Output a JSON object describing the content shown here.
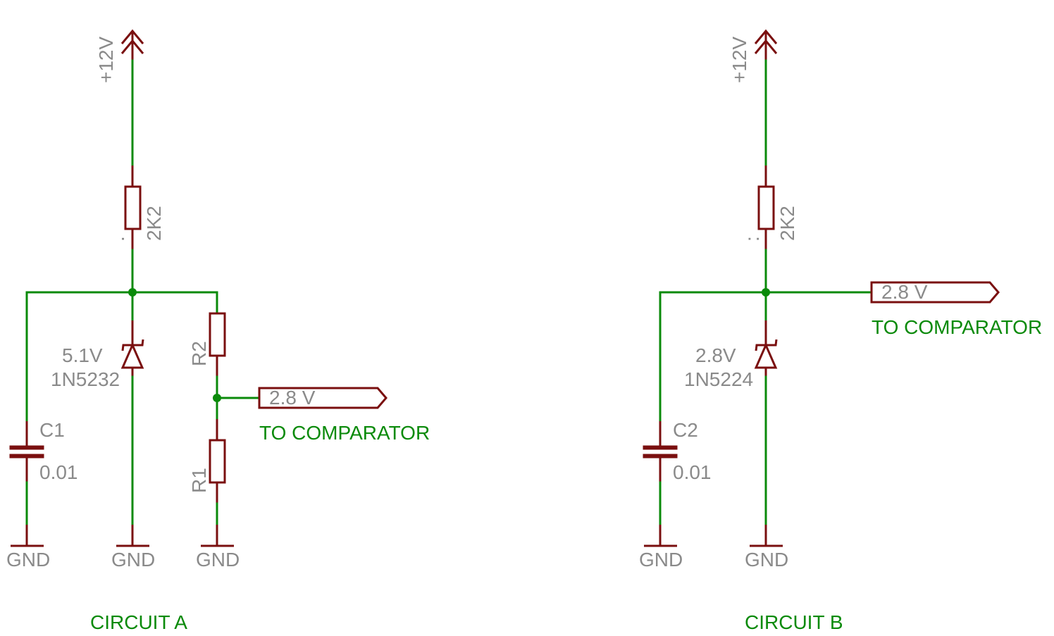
{
  "circuit_a": {
    "title": "CIRCUIT A",
    "supply": "+12V",
    "resistor_top_value": "2K2",
    "resistor_top_mark": ".",
    "zener_voltage": "5.1V",
    "zener_part": "1N5232",
    "cap_name": "C1",
    "cap_value": "0.01",
    "r2_name": "R2",
    "r1_name": "R1",
    "output_label": "2.8 V",
    "output_dest": "TO COMPARATOR",
    "gnd_labels": [
      "GND",
      "GND",
      "GND"
    ]
  },
  "circuit_b": {
    "title": "CIRCUIT B",
    "supply": "+12V",
    "resistor_top_value": "2K2",
    "resistor_top_mark": ":",
    "zener_voltage": "2.8V",
    "zener_part": "1N5224",
    "cap_name": "C2",
    "cap_value": "0.01",
    "output_label": "2.8 V",
    "output_dest": "TO COMPARATOR",
    "gnd_labels": [
      "GND",
      "GND"
    ]
  },
  "colors": {
    "wire": "#0a8a0a",
    "component": "#7a0f0f",
    "label": "#8a8a8a"
  }
}
